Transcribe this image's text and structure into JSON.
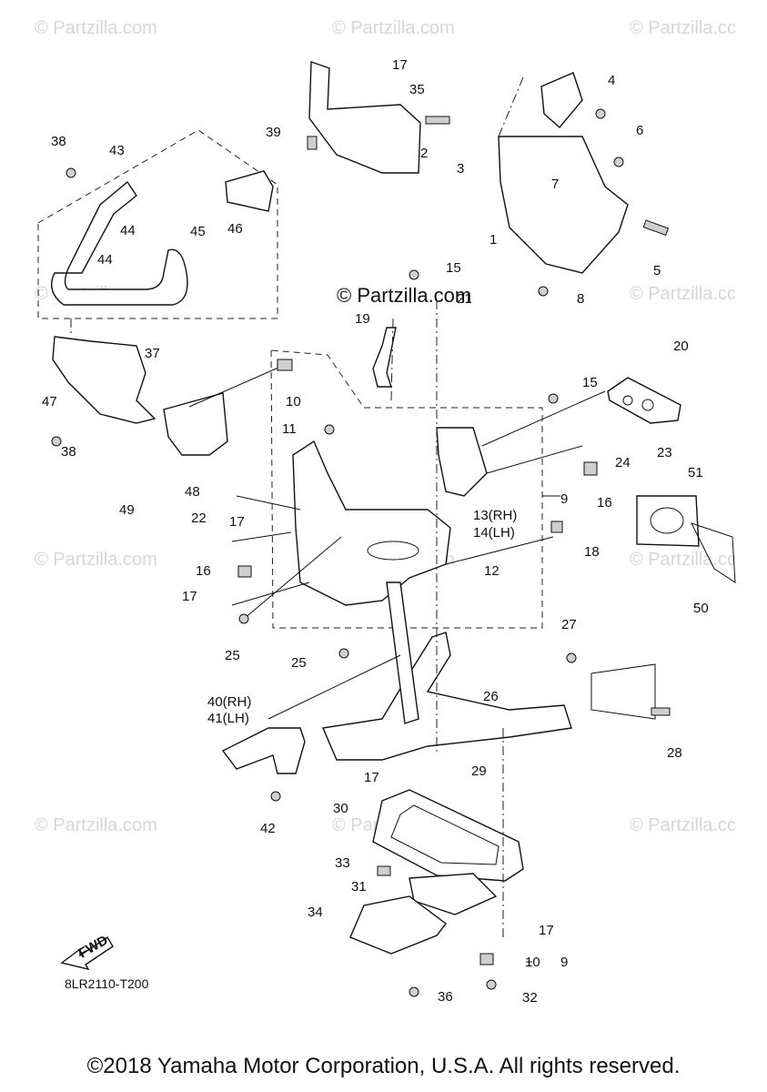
{
  "watermark_text": "© Partzilla.com",
  "watermark_partial": "© Partzilla.cc",
  "center_watermark": "© Partzilla.com",
  "diagram_code": "8LR2110-T200",
  "fwd_label": "FWD",
  "copyright": "©2018 Yamaha Motor Corporation, U.S.A. All rights reserved.",
  "callouts": [
    "1",
    "2",
    "3",
    "4",
    "5",
    "6",
    "7",
    "8",
    "9",
    "10",
    "11",
    "12",
    "13(RH)",
    "14(LH)",
    "15",
    "16",
    "17",
    "18",
    "19",
    "20",
    "21",
    "22",
    "23",
    "24",
    "25",
    "26",
    "27",
    "28",
    "29",
    "30",
    "31",
    "32",
    "33",
    "34",
    "35",
    "36",
    "37",
    "38",
    "39",
    "40(RH)",
    "41(LH)",
    "42",
    "43",
    "44",
    "45",
    "46",
    "47",
    "48",
    "49",
    "50",
    "51"
  ]
}
